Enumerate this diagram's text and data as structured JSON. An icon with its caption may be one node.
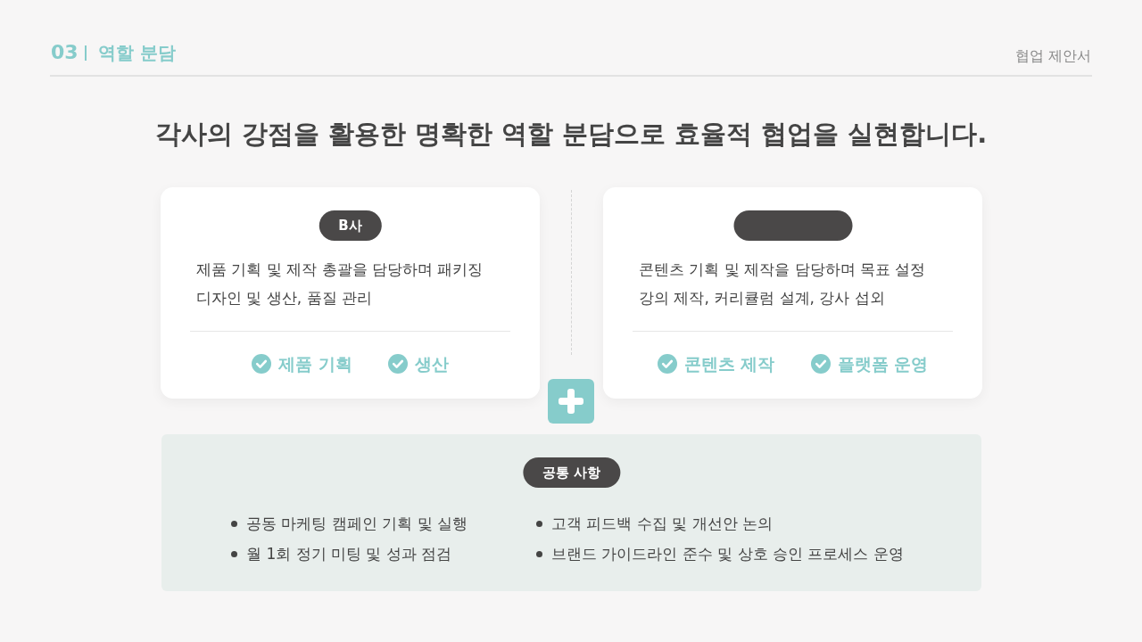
{
  "diagram": {
    "title": "각사의 강점을 활용한 명확한 역할 분담으로 효율적 협업을 실현합니다.",
    "nodes": [
      {
        "text": [
          "제품 기획 및 제작 총괄을 담당하며 패키징 디자인 및 생산, 품질 관리",
          "제품 기획",
          "생산"
        ]
      },
      {
        "text": [
          "B사"
        ],
        "in": 0
      },
      {
        "text": [
          "콘텐츠 기획 및 제작을 담당하며 목표 설정 강의 제작, 커리큘럼 설계, 강사 섭외",
          "콘텐츠 제작",
          "플랫폼 운영"
        ]
      },
      {
        "text": [],
        "shape": "box",
        "in": 2
      },
      {
        "text": [
          "공동 마케팅 캠페인 기획 및 실행",
          "월 1회 정기 미팅 및 성과 점검",
          "고객 피드백 수집 및 개선안 논의",
          "브랜드 가이드라인 준수 및 상호 승인 프로세스 운영"
        ]
      },
      {
        "text": [
          "공통 사항"
        ],
        "in": 4
      }
    ],
    "edges": [],
    "labels": [
      "03",
      "역할 분담",
      "협업 제안서"
    ]
  }
}
